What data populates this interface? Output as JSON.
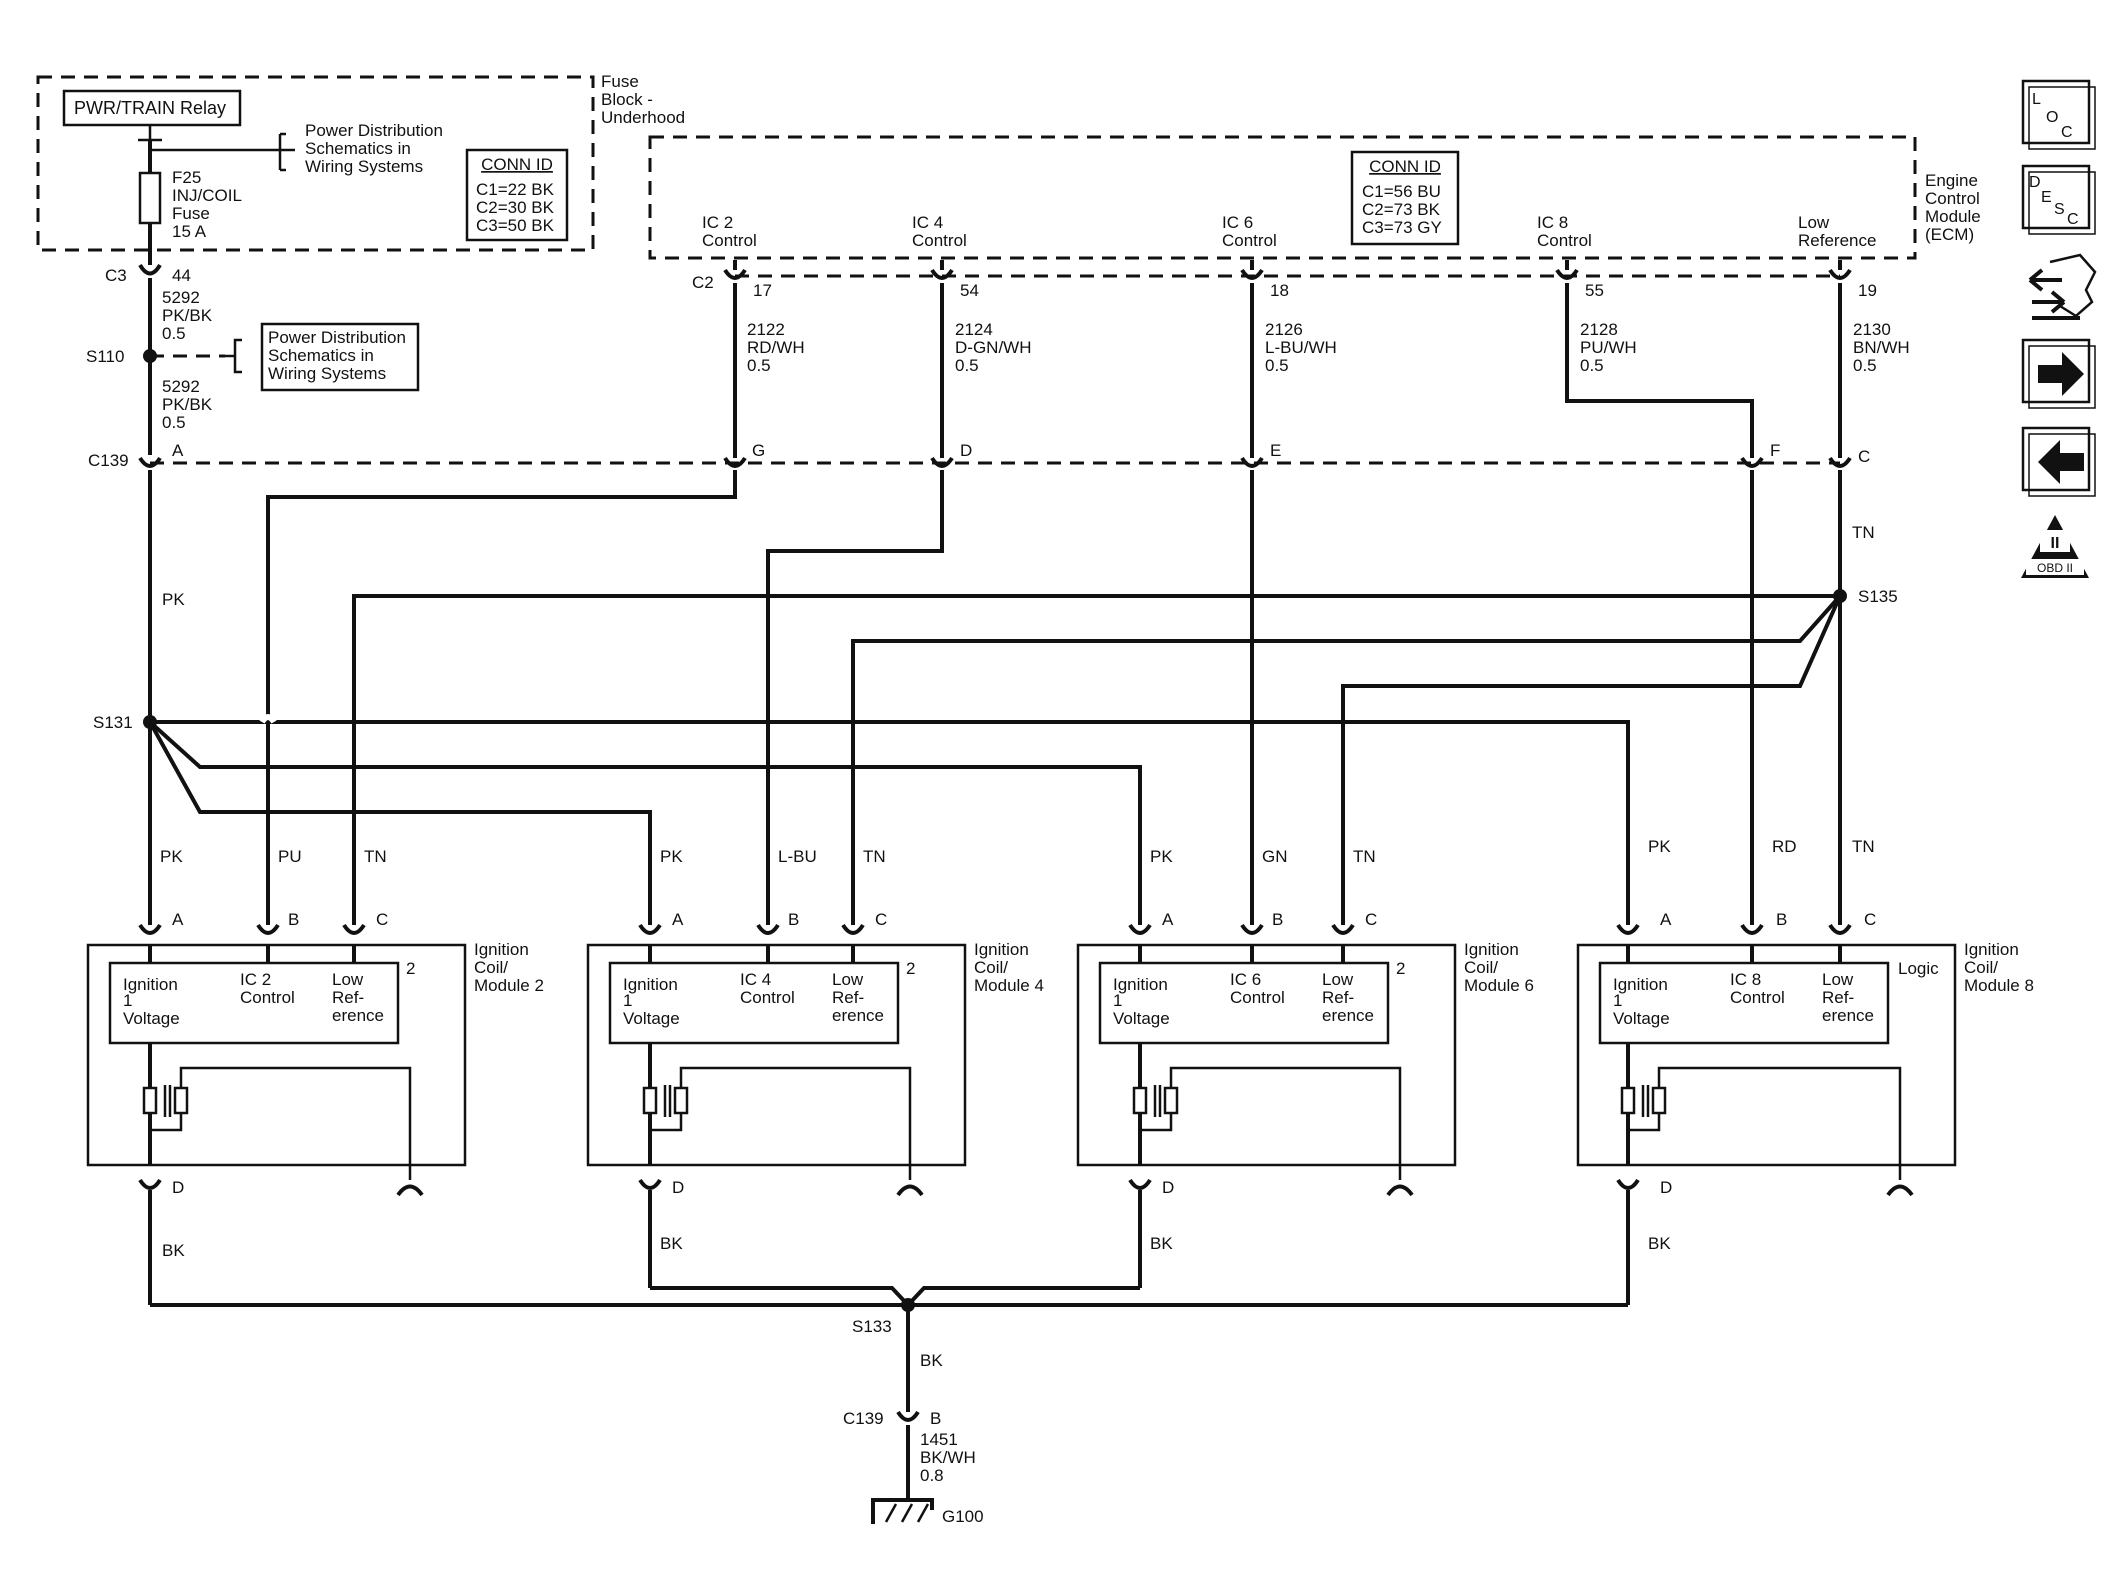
{
  "fuse_block": {
    "title": [
      "Fuse",
      "Block -",
      "Underhood"
    ],
    "relay": "PWR/TRAIN Relay",
    "fuse": [
      "F25",
      "INJ/COIL",
      "Fuse",
      "15 A"
    ],
    "pd_ref": [
      "Power Distribution",
      "Schematics in",
      "Wiring Systems"
    ],
    "conn_id_title": "CONN ID",
    "conn_id": [
      "C1=22 BK",
      "C2=30 BK",
      "C3=50 BK"
    ],
    "pin_conn": "C3",
    "pin_num": "44"
  },
  "ecm": {
    "title": [
      "Engine",
      "Control",
      "Module",
      "(ECM)"
    ],
    "conn_id_title": "CONN ID",
    "conn_id": [
      "C1=56 BU",
      "C2=73 BK",
      "C3=73 GY"
    ],
    "conn": "C2",
    "pins": [
      {
        "label": [
          "IC 2",
          "Control"
        ],
        "num": "17",
        "circuit": [
          "2122",
          "RD/WH",
          "0.5"
        ]
      },
      {
        "label": [
          "IC 4",
          "Control"
        ],
        "num": "54",
        "circuit": [
          "2124",
          "D-GN/WH",
          "0.5"
        ]
      },
      {
        "label": [
          "IC 6",
          "Control"
        ],
        "num": "18",
        "circuit": [
          "2126",
          "L-BU/WH",
          "0.5"
        ]
      },
      {
        "label": [
          "IC 8",
          "Control"
        ],
        "num": "55",
        "circuit": [
          "2128",
          "PU/WH",
          "0.5"
        ]
      },
      {
        "label": [
          "Low",
          "Reference"
        ],
        "num": "19",
        "circuit": [
          "2130",
          "BN/WH",
          "0.5"
        ]
      }
    ]
  },
  "feed": {
    "circuit_a": [
      "5292",
      "PK/BK",
      "0.5"
    ],
    "splice": "S110",
    "pd_ref": [
      "Power Distribution",
      "Schematics in",
      "Wiring Systems"
    ],
    "circuit_b": [
      "5292",
      "PK/BK",
      "0.5"
    ]
  },
  "c139": {
    "name": "C139",
    "pins": [
      "A",
      "G",
      "D",
      "E",
      "F",
      "C"
    ]
  },
  "splices": {
    "s131": "S131",
    "s135": "S135",
    "s133": "S133"
  },
  "wire_colors": {
    "pk": "PK",
    "pu": "PU",
    "tn": "TN",
    "lbu": "L-BU",
    "gn": "GN",
    "rd": "RD",
    "bk": "BK"
  },
  "modules": [
    {
      "name": [
        "Ignition",
        "Coil/",
        "Module 2"
      ],
      "ic": [
        "IC 2",
        "Control"
      ],
      "note": "2",
      "wires": [
        "PK",
        "PU",
        "TN"
      ]
    },
    {
      "name": [
        "Ignition",
        "Coil/",
        "Module 4"
      ],
      "ic": [
        "IC 4",
        "Control"
      ],
      "note": "2",
      "wires": [
        "PK",
        "L-BU",
        "TN"
      ]
    },
    {
      "name": [
        "Ignition",
        "Coil/",
        "Module 6"
      ],
      "ic": [
        "IC 6",
        "Control"
      ],
      "note": "2",
      "wires": [
        "PK",
        "GN",
        "TN"
      ]
    },
    {
      "name": [
        "Ignition",
        "Coil/",
        "Module 8"
      ],
      "ic": [
        "IC 8",
        "Control"
      ],
      "note": "Logic",
      "wires": [
        "PK",
        "RD",
        "TN"
      ]
    }
  ],
  "module_common": {
    "ign_label": [
      "Ignition",
      "1",
      "Voltage"
    ],
    "lowref_label": [
      "Low",
      "Ref-",
      "erence"
    ],
    "pin_a": "A",
    "pin_b": "B",
    "pin_c": "C",
    "pin_d": "D"
  },
  "ground": {
    "conn": "C139",
    "pin": "B",
    "circuit": [
      "1451",
      "BK/WH",
      "0.8"
    ],
    "name": "G100"
  },
  "nav": {
    "loc": [
      "L",
      "O",
      "C"
    ],
    "desc": [
      "D",
      "E",
      "S",
      "C"
    ],
    "obd": [
      "II",
      "OBD II"
    ]
  }
}
